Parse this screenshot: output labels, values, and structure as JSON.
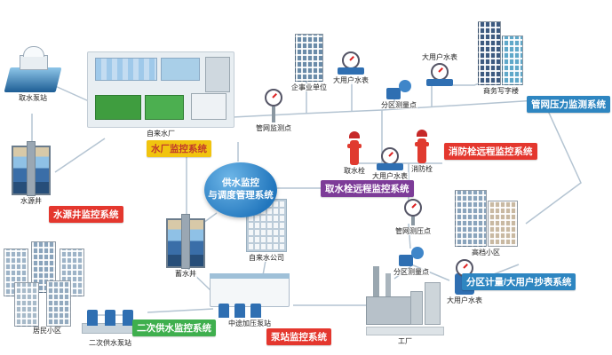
{
  "center": {
    "line1": "供水监控",
    "line2": "与调度管理系统"
  },
  "badges": {
    "plant": "水厂监控系统",
    "source_well": "水源井监控系统",
    "pipe_pressure": "管网压力监测系统",
    "fire_hydrant": "消防栓远程监控系统",
    "intake_hydrant": "取水栓远程监控系统",
    "district_metering": "分区计量/大用户抄表系统",
    "secondary_supply": "二次供水监控系统",
    "pump_station": "泵站监控系统"
  },
  "nodes": {
    "intake_station": "取水泵站",
    "water_plant": "自来水厂",
    "source_well": "水源井",
    "storage_well": "蓄水井",
    "water_company": "自来水公司",
    "enterprise": "企事业单位",
    "meter_top1": "大用户水表",
    "district_point_top": "分区测量点",
    "meter_top2": "大用户水表",
    "office": "商务写字楼",
    "pipe_monitor_point": "管网监测点",
    "intake_hydrant": "取水栓",
    "meter_mid": "大用户水表",
    "fire_hydrant": "消防栓",
    "pressure_point": "管网测压点",
    "district_point_bottom": "分区测量点",
    "residence": "高档小区",
    "meter_bottom": "大用户水表",
    "factory": "工厂",
    "mid_pump_station": "中途加压泵站",
    "residential_area": "居民小区",
    "secondary_pump_station": "二次供水泵站"
  },
  "colors": {
    "badge_yellow": "#f1c40f",
    "badge_red": "#e4372e",
    "badge_purple": "#7d3c98",
    "badge_blue": "#2e86c1",
    "badge_green": "#3faf4e",
    "center_circle": "#2176bd",
    "pipe_line": "#b4c4d2"
  }
}
